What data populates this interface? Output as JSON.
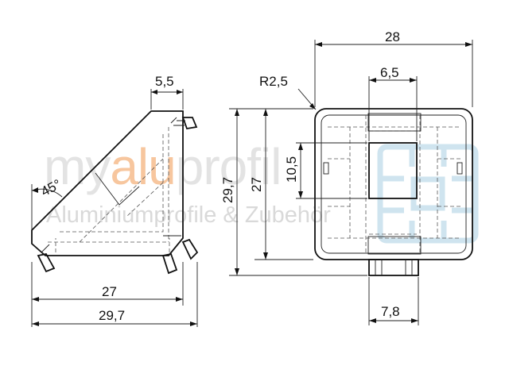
{
  "watermark": {
    "brand_prefix": "my",
    "brand_middle": "alu",
    "brand_suffix": "profil",
    "tagline": "Aluminiumprofile & Zubehör",
    "colors": {
      "prefix": "#e3e3e3",
      "middle": "#f7c69e",
      "suffix": "#e3e3e3",
      "logo": "#cfe4ef"
    },
    "logo_icon": "profile-cross-section-icon"
  },
  "left_view": {
    "dim_top": "5,5",
    "dim_angle": "45°",
    "dim_inner_width": "27",
    "dim_outer_width": "29,7"
  },
  "right_view": {
    "dim_total_width": "28",
    "dim_radius": "R2,5",
    "dim_slot_width": "6,5",
    "dim_slot_height": "10,5",
    "dim_inner_height": "27",
    "dim_outer_height": "29,7",
    "dim_nut_width": "7,8"
  },
  "colors": {
    "line": "#111111",
    "hidden_line": "#555555",
    "background": "#ffffff"
  }
}
